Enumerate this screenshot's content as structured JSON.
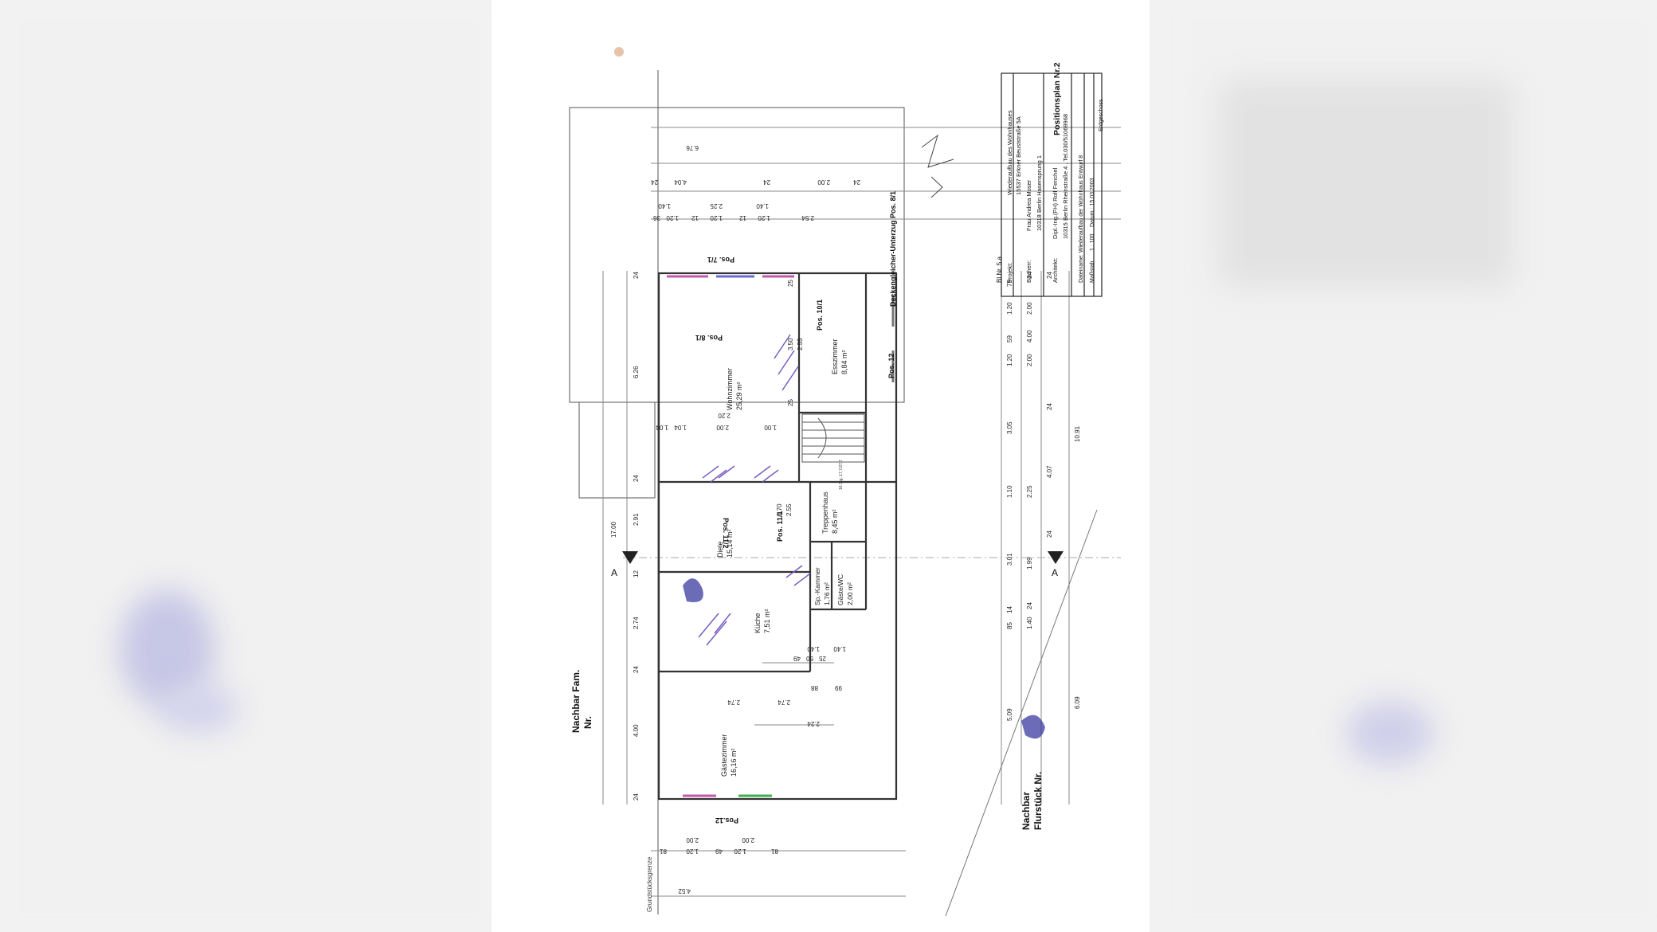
{
  "document": {
    "title": "Positionsplan Nr.2",
    "title_block": {
      "bl_nr": "Bl.Nr. 5.a",
      "projekt_label": "Projekt:",
      "projekt_line1": "Wiederaufbau des Wohnhauses",
      "projekt_line2": "15537 Erkner Beuststraße 5A",
      "bauherr_label": "Bauherr:",
      "bauherr_line1": "Frau Andrea Moser",
      "bauherr_line2": "10318 Berlin Hasensprung 1",
      "architekt_label": "Architekt:",
      "architekt_line1": "Dipl.-Ing.(FH) Rolf Fenchel",
      "architekt_line2": "10315 Berlin Rheinstraße 4 , Tel.030/51069968",
      "dateiname": "Dateiname: Wiederaufbau der Wohnhaus Entwurf 8",
      "massstab": "Maßstab",
      "scale": "1 : 100",
      "datum": "Datum : 15.03.2003",
      "geschoss": "Erdgeschoss"
    },
    "rooms": {
      "wohnzimmer": {
        "name": "Wohnzimmer",
        "area": "25,29 m²"
      },
      "esszimmer": {
        "name": "Esszimmer",
        "area": "8,84 m²"
      },
      "treppenhaus": {
        "name": "Treppenhaus",
        "area": "8,45 m²"
      },
      "diele": {
        "name": "Diele",
        "area": "15,14 m²"
      },
      "kueche": {
        "name": "Küche",
        "area": "7,51 m²"
      },
      "spkammer": {
        "name": "Sp.-Kammer",
        "area": "1,76 m²"
      },
      "gaeste_wc": {
        "name": "Gäste/WC",
        "area": "2,00 m²"
      },
      "gaestezimmer": {
        "name": "Gästezimmer",
        "area": "16,16 m²"
      }
    },
    "positions": {
      "p71": "Pos. 7/1",
      "p81": "Pos. 8/1",
      "p101": "Pos. 10/1",
      "p12a": "Pos. 12",
      "p112": "Pos. 11/2",
      "p111": "Pos. 11/1",
      "p12b": "Pos.12",
      "deckengleich": "Deckengleicher-Unterzug Pos. 8/1"
    },
    "labels": {
      "section_a": "A",
      "nachbar_left_1": "Nachbar Fam.",
      "nachbar_left_2": "Nr.",
      "nachbar_right_1": "Nachbar",
      "nachbar_right_2": "Flurstück Nr.",
      "grenze": "Grundstücksgrenze",
      "stufen": "16 Stg. 17,7/27,7"
    },
    "dimensions": {
      "d676": "6.76",
      "d404": "4.04",
      "d200a": "2.00",
      "d24a": "24",
      "d24b": "24",
      "d24c": "24",
      "d140a": "1.40",
      "d225": "2.25",
      "d140b": "1.40",
      "d120a": "1.20",
      "d120b": "1.20",
      "d120c": "1.20",
      "d254": "2.54",
      "d36": "36",
      "d125a": "12",
      "d125b": "12",
      "d626": "6.26",
      "d291": "2.91",
      "d1700": "17.00",
      "d2745": "2.74",
      "d400": "4.00",
      "d125c": "12",
      "d24l1": "24",
      "d24l2": "24",
      "d24l3": "24",
      "d24l4": "24",
      "d350": "3.50",
      "d255a": "2.55",
      "d25a": "25",
      "d25b": "25",
      "d104a": "1.04",
      "d200b": "2.00",
      "d104b": "1.04",
      "d220": "2.20",
      "d100": "1.00",
      "d170": "1.70",
      "d255b": "2.55",
      "d140c": "1.40",
      "d140d": "1.40",
      "d495": "49",
      "d50": "50",
      "d25c": "25",
      "d274a": "2.74",
      "d274b": "2.74",
      "d224": "2.24",
      "d88": "88",
      "d995": "99",
      "d75": "75",
      "d120r1": "1.20",
      "d595": "59",
      "d120r2": "1.20",
      "d305": "3.05",
      "d110": "1.10",
      "d3015": "3.01",
      "d85": "85",
      "d145": "14",
      "d5095": "5.09",
      "d24r1": "24",
      "d200r1": "2.00",
      "d400r": "4.00",
      "d200r2": "2.00",
      "d225r": "2.25",
      "d1995": "1.99",
      "d140r": "1.40",
      "d24r2": "24",
      "d407": "4.07",
      "d1091": "10.91",
      "d609": "6.09",
      "d24r3": "24",
      "d24r4": "24",
      "d24r5": "24",
      "d81a": "81",
      "d120d": "1.20",
      "d495b": "49",
      "d120e": "1.20",
      "d81b": "81",
      "d200c": "2.00",
      "d200d": "2.00",
      "d452": "4.52"
    }
  }
}
